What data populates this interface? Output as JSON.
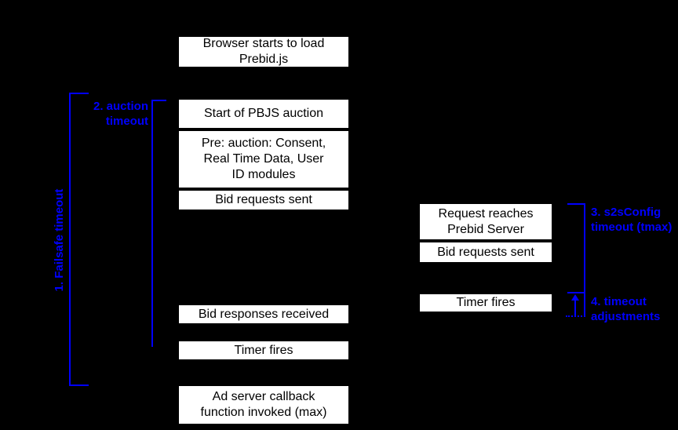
{
  "palette": {
    "background": "#000000",
    "box_fill": "#ffffff",
    "box_border": "#000000",
    "box_text": "#000000",
    "annotation_blue": "#0000ff"
  },
  "client_timeline": {
    "boxes": [
      {
        "id": "browser-load",
        "label": "Browser starts to load\nPrebid.js"
      },
      {
        "id": "start-auction",
        "label": "Start of PBJS auction"
      },
      {
        "id": "pre-auction",
        "label": "Pre: auction: Consent,\nReal Time Data, User\nID modules"
      },
      {
        "id": "bid-requests-sent",
        "label": "Bid requests sent"
      },
      {
        "id": "bid-responses",
        "label": "Bid responses received"
      },
      {
        "id": "timer-fires",
        "label": "Timer fires"
      },
      {
        "id": "ad-server-callback",
        "label": "Ad server callback\nfunction invoked (max)"
      }
    ]
  },
  "server_timeline": {
    "boxes": [
      {
        "id": "request-reaches-server",
        "label": "Request reaches\nPrebid Server"
      },
      {
        "id": "bid-requests-sent",
        "label": "Bid requests sent"
      },
      {
        "id": "timer-fires",
        "label": "Timer fires"
      }
    ]
  },
  "annotations": {
    "failsafe": {
      "label": "1. Failsafe timeout"
    },
    "auction": {
      "label": "2. auction\ntimeout"
    },
    "s2sconfig": {
      "label": "3. s2sConfig\ntimeout (tmax)"
    },
    "adjustments": {
      "label": "4. timeout\nadjustments"
    }
  }
}
